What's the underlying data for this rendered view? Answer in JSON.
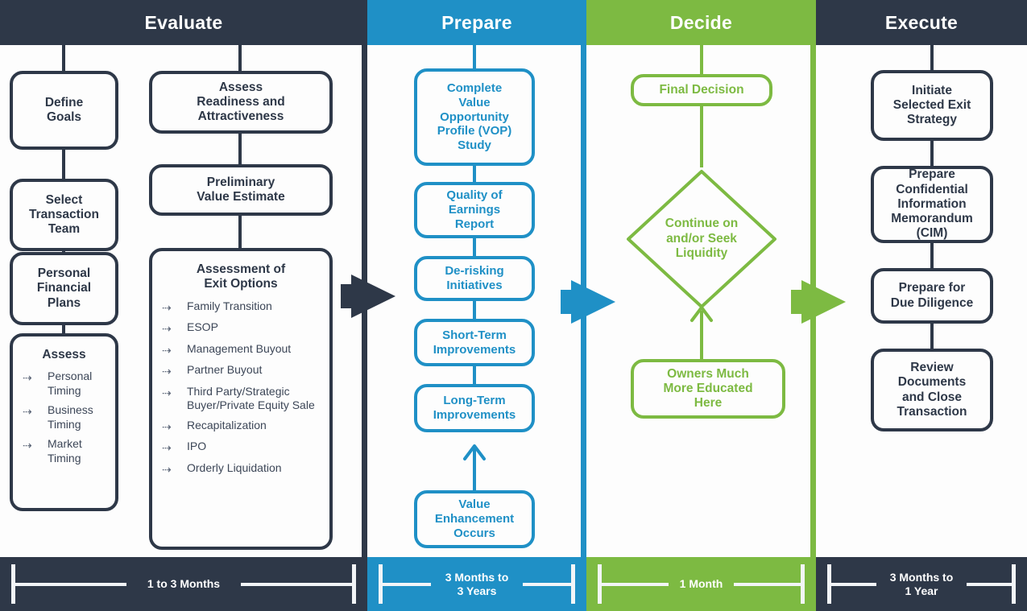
{
  "colors": {
    "navy": "#2e3848",
    "blue": "#1f90c6",
    "green": "#7dba42",
    "page_background": "#fdfdfd",
    "header_text": "#ffffff"
  },
  "phases": [
    {
      "id": "evaluate",
      "title": "Evaluate",
      "accent": "#2e3848"
    },
    {
      "id": "prepare",
      "title": "Prepare",
      "accent": "#1f90c6"
    },
    {
      "id": "decide",
      "title": "Decide",
      "accent": "#7dba42"
    },
    {
      "id": "execute",
      "title": "Execute",
      "accent": "#2e3848"
    }
  ],
  "evaluate": {
    "title": "Evaluate",
    "track_a": [
      {
        "label": "Define\nGoals"
      },
      {
        "label": "Select\nTransaction\nTeam"
      },
      {
        "label": "Personal\nFinancial\nPlans"
      }
    ],
    "assess_card": {
      "title": "Assess",
      "items": [
        "Personal Timing",
        "Business Timing",
        "Market Timing"
      ]
    },
    "track_b": [
      {
        "label": "Assess\nReadiness and\nAttractiveness"
      },
      {
        "label": "Preliminary\nValue Estimate"
      }
    ],
    "exit_options_card": {
      "title": "Assessment of\nExit Options",
      "items": [
        "Family Transition",
        "ESOP",
        "Management Buyout",
        "Partner Buyout",
        "Third Party/Strategic Buyer/Private Equity Sale",
        "Recapitalization",
        "IPO",
        "Orderly Liquidation"
      ]
    }
  },
  "prepare": {
    "title": "Prepare",
    "nodes": [
      {
        "label": "Complete\nValue\nOpportunity\nProfile (VOP)\nStudy"
      },
      {
        "label": "Quality of\nEarnings\nReport"
      },
      {
        "label": "De-risking\nInitiatives"
      },
      {
        "label": "Short-Term\nImprovements"
      },
      {
        "label": "Long-Term\nImprovements"
      },
      {
        "label": "Value\nEnhancement\nOccurs"
      }
    ]
  },
  "decide": {
    "title": "Decide",
    "final_decision": "Final Decision",
    "diamond": "Continue on\nand/or Seek\nLiquidity",
    "owners_node": "Owners Much\nMore Educated\nHere"
  },
  "execute": {
    "title": "Execute",
    "nodes": [
      {
        "label": "Initiate\nSelected Exit\nStrategy"
      },
      {
        "label": "Prepare\nConfidential\nInformation\nMemorandum\n(CIM)"
      },
      {
        "label": "Prepare for\nDue Diligence"
      },
      {
        "label": "Review\nDocuments\nand Close\nTransaction"
      }
    ]
  },
  "timeline": [
    {
      "phase": "evaluate",
      "label": "1 to 3 Months",
      "color": "#2e3848"
    },
    {
      "phase": "prepare",
      "label": "3 Months to\n3 Years",
      "color": "#1f90c6"
    },
    {
      "phase": "decide",
      "label": "1 Month",
      "color": "#7dba42"
    },
    {
      "phase": "execute",
      "label": "3 Months to\n1 Year",
      "color": "#2e3848"
    }
  ],
  "icons": {
    "list_bullet": "dashed-arrow-icon",
    "phase_connector": "block-arrow-right-icon",
    "flow_up": "arrow-up-icon"
  }
}
